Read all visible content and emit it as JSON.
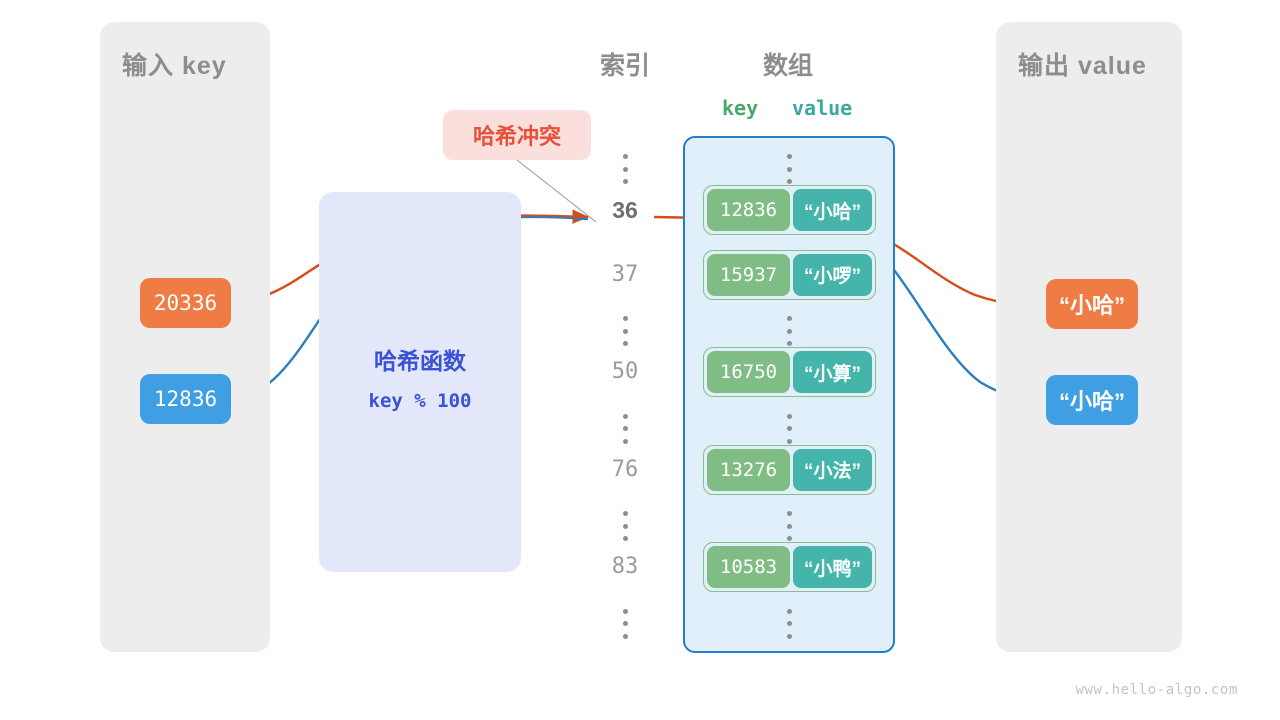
{
  "watermark": "www.hello-algo.com",
  "input_panel": {
    "title": "输入 key",
    "keys": [
      {
        "value": "20336",
        "color": "#f07c45"
      },
      {
        "value": "12836",
        "color": "#409ee3"
      }
    ]
  },
  "hash_function": {
    "title": "哈希函数",
    "expression": "key % 100",
    "box_color": "#e3e7fa",
    "text_color": "#3b52d4"
  },
  "collision": {
    "label": "哈希冲突",
    "box_color": "#fbdfdd",
    "text_color": "#e8503a"
  },
  "table": {
    "index_caption": "索引",
    "array_caption": "数组",
    "key_caption": "key",
    "value_caption": "value",
    "key_color": "#4aa76a",
    "value_color": "#39a9a0",
    "container_color": "#e1effa",
    "container_border": "#1f7ed0",
    "rows": [
      {
        "type": "dots"
      },
      {
        "type": "entry",
        "index": "36",
        "key": "12836",
        "value": "“小哈”",
        "active": true
      },
      {
        "type": "entry",
        "index": "37",
        "key": "15937",
        "value": "“小啰”",
        "active": false
      },
      {
        "type": "dots"
      },
      {
        "type": "entry",
        "index": "50",
        "key": "16750",
        "value": "“小算”",
        "active": false
      },
      {
        "type": "dots"
      },
      {
        "type": "entry",
        "index": "76",
        "key": "13276",
        "value": "“小法”",
        "active": false
      },
      {
        "type": "dots"
      },
      {
        "type": "entry",
        "index": "83",
        "key": "10583",
        "value": "“小鸭”",
        "active": false
      },
      {
        "type": "dots"
      }
    ]
  },
  "output_panel": {
    "title": "输出 value",
    "values": [
      {
        "value": "“小哈”",
        "color": "#f07c45"
      },
      {
        "value": "“小哈”",
        "color": "#409ee3"
      }
    ]
  }
}
